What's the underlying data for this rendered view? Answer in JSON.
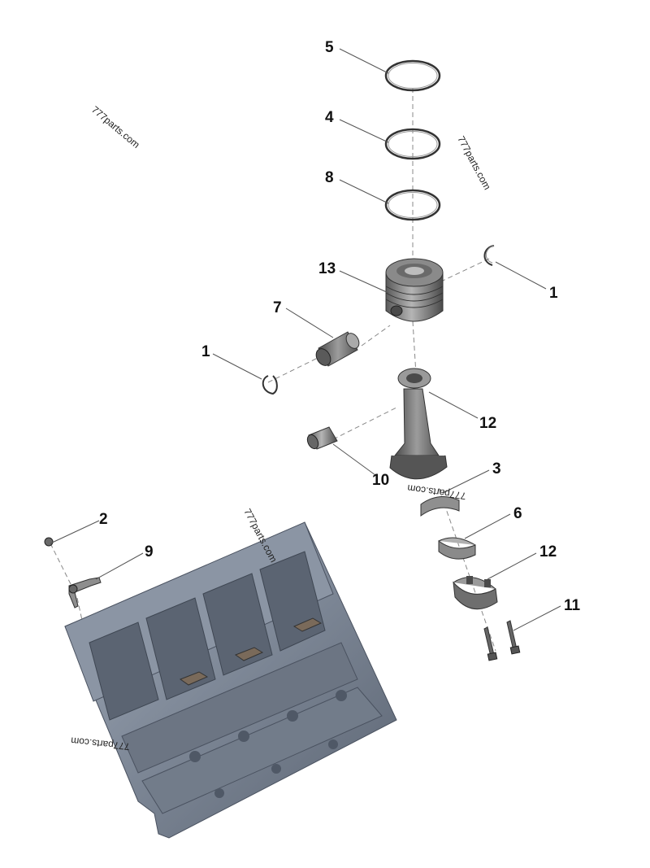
{
  "callouts": {
    "c5": "5",
    "c4": "4",
    "c8": "8",
    "c13": "13",
    "c1_right": "1",
    "c7": "7",
    "c1_left": "1",
    "c12_rod": "12",
    "c10": "10",
    "c3": "3",
    "c6": "6",
    "c12_cap": "12",
    "c11": "11",
    "c2": "2",
    "c9": "9"
  },
  "watermarks": {
    "w1": "777parts.com",
    "w2": "777parts.com",
    "w3": "777parts.com",
    "w4": "777parts.com",
    "w5": "777parts.com"
  },
  "colors": {
    "block": "#7d8796",
    "block_dark": "#5b6472",
    "block_light": "#9aa4b2",
    "part": "#6b6b6b",
    "part_light": "#a8a8a8",
    "ring": "#333333"
  }
}
